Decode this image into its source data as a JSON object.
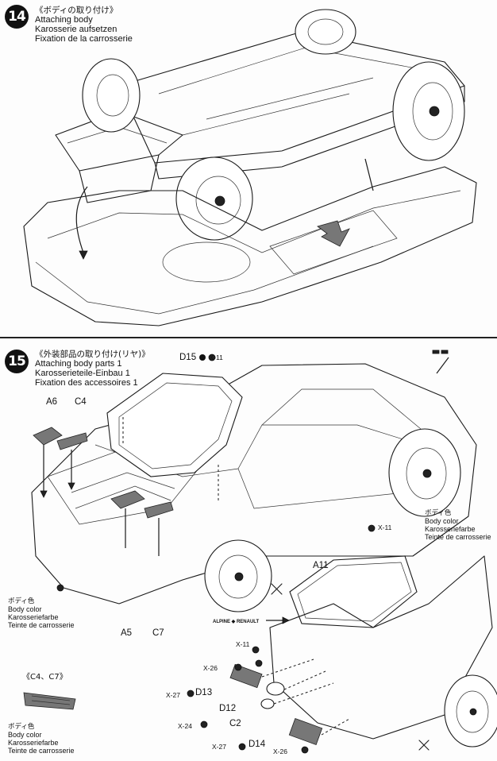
{
  "step14": {
    "number": "14",
    "title_jp": "《ボディの取り付け》",
    "title_en": "Attaching body",
    "title_de": "Karosserie aufsetzen",
    "title_fr": "Fixation de la carrosserie"
  },
  "step15": {
    "number": "15",
    "title_jp": "《外装部品の取り付け(リヤ)》",
    "title_en": "Attaching body parts 1",
    "title_de": "Karosserieteile-Einbau 1",
    "title_fr": "Fixation des accessoires 1"
  },
  "parts": {
    "d15": "D15",
    "x11_top": "X-11",
    "a6": "A6",
    "c4": "C4",
    "a5": "A5",
    "c7": "C7",
    "a11": "A11",
    "x11_mid": "X-11",
    "x11_low": "X-11",
    "x26_a": "X-26",
    "x27_a": "X-27",
    "d13": "D13",
    "d12": "D12",
    "x24": "X-24",
    "c2": "C2",
    "x27_b": "X-27",
    "d14": "D14",
    "x26_b": "X-26"
  },
  "body_color": {
    "jp": "ボディ色",
    "en": "Body color",
    "de": "Karosseriefarbe",
    "fr": "Teinte de carrosserie"
  },
  "inset": {
    "title": "《C4、C7》"
  },
  "decals": {
    "alpine": "ALPINE ◆ RENAULT"
  },
  "colors": {
    "ink": "#1a1a1a",
    "paper": "#fdfdfd",
    "marker": "#111111"
  }
}
